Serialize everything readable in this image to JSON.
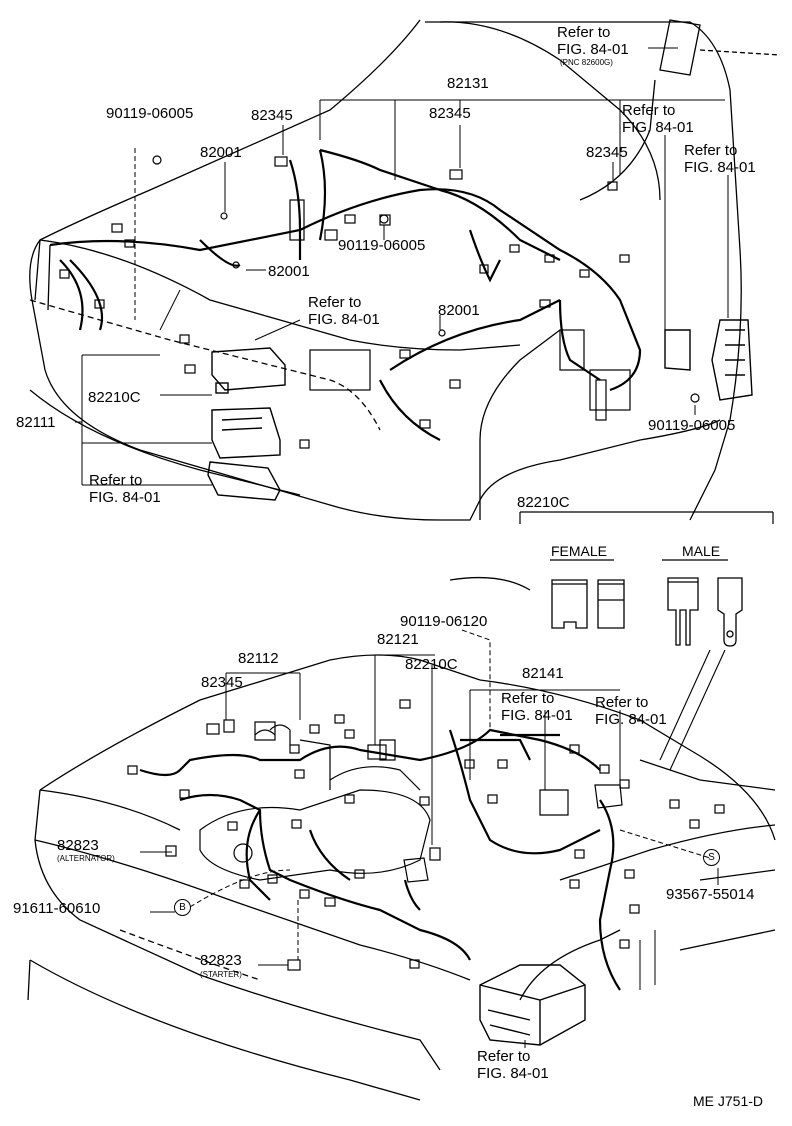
{
  "parts": {
    "p82131": "82131",
    "p82345_a": "82345",
    "p82345_b": "82345",
    "p82345_c": "82345",
    "p82345_d": "82345",
    "p82001_a": "82001",
    "p82001_b": "82001",
    "p82001_c": "82001",
    "p90119_06005_a": "90119-06005",
    "p90119_06005_b": "90119-06005",
    "p90119_06005_c": "90119-06005",
    "p82210c_a": "82210C",
    "p82210c_b": "82210C",
    "p82210c_c": "82210C",
    "p82111": "82111",
    "p90119_06120": "90119-06120",
    "p82121": "82121",
    "p82112": "82112",
    "p82141": "82141",
    "p82823_a": "82823",
    "p82823_b": "82823",
    "p91611_60610": "91611-60610",
    "p93567_55014": "93567-55014"
  },
  "notes": {
    "pnc": "(PNC 82600G)",
    "alternator": "(ALTERNATOR)",
    "starter": "(STARTER)"
  },
  "refs": {
    "refer_to": "Refer to",
    "fig": "FIG. 84-01"
  },
  "fuse": {
    "female": "FEMALE",
    "male": "MALE"
  },
  "markers": {
    "b": "B",
    "s": "S"
  },
  "footer": "ME J751-D"
}
